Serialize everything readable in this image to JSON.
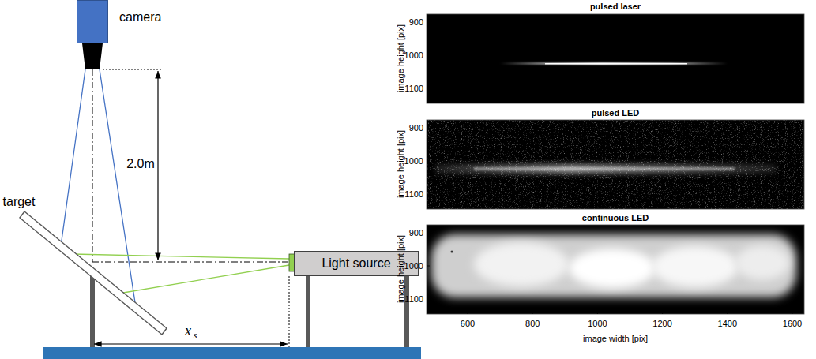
{
  "diagram": {
    "nodes": [
      {
        "text": [
          "camera"
        ]
      },
      {
        "text": [
          "Light source"
        ]
      }
    ],
    "labels": [
      "target",
      "2.0m",
      "x",
      "s",
      "pulsed laser",
      "image height [pix]",
      "900",
      "1000",
      "1100",
      "pulsed LED",
      "image height [pix]",
      "900",
      "1000",
      "1100",
      "continuous LED",
      "image height [pix]",
      "900",
      "1000",
      "1100",
      "600",
      "800",
      "1000",
      "1200",
      "1400",
      "1600",
      "image width [pix]"
    ]
  }
}
